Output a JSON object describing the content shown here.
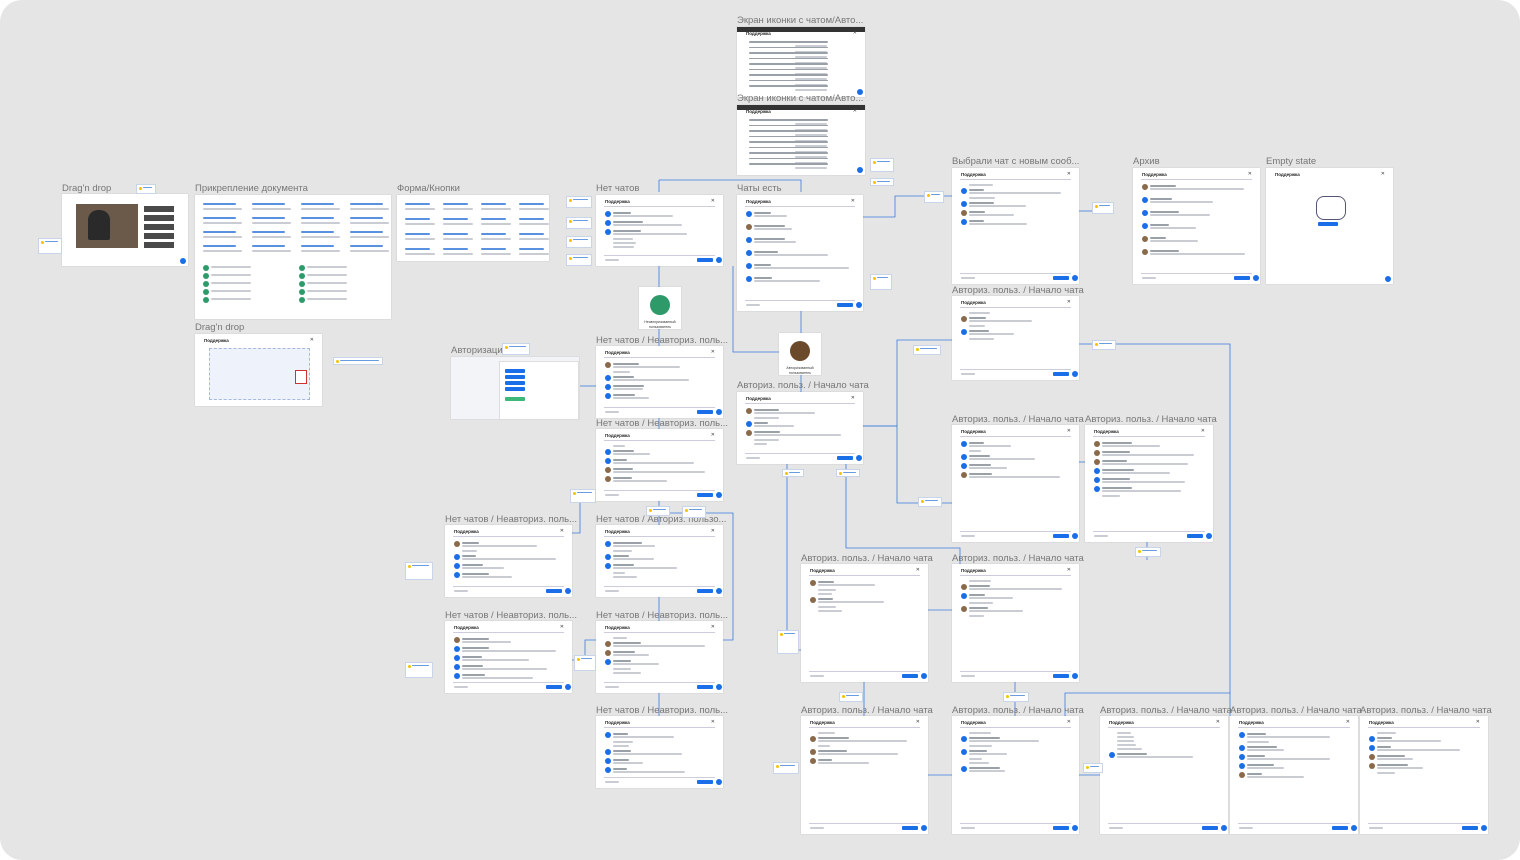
{
  "frames": [
    {
      "id": "f1",
      "title": "Экран иконки с чатом/Авто..."
    },
    {
      "id": "f2",
      "title": "Экран иконки с чатом/Авто..."
    },
    {
      "id": "f3",
      "title": "Drag'n drop"
    },
    {
      "id": "f4",
      "title": "Прикрепление документа"
    },
    {
      "id": "f5",
      "title": "Форма/Кнопки"
    },
    {
      "id": "f6",
      "title": "Нет чатов"
    },
    {
      "id": "f7",
      "title": "Чаты есть"
    },
    {
      "id": "f8",
      "title": "Выбрали чат с новым сооб..."
    },
    {
      "id": "f9",
      "title": "Архив"
    },
    {
      "id": "f10",
      "title": "Empty state"
    },
    {
      "id": "f11",
      "title": "Drag'n drop"
    },
    {
      "id": "f12",
      "title": "Авторизация"
    },
    {
      "id": "f13",
      "title": "Нет чатов / Неавториз. поль..."
    },
    {
      "id": "f14",
      "title": "Авториз. польз. / Начало чата"
    },
    {
      "id": "f15",
      "title": "Авториз. польз. / Начало чата"
    },
    {
      "id": "f16",
      "title": "Нет чатов / Неавториз. поль..."
    },
    {
      "id": "f17",
      "title": "Авториз. польз. / Начало чата"
    },
    {
      "id": "f18",
      "title": "Авториз. польз. / Начало чата"
    },
    {
      "id": "f19",
      "title": "Нет чатов / Неавториз. поль..."
    },
    {
      "id": "f20",
      "title": "Нет чатов / Авториз. пользо..."
    },
    {
      "id": "f21",
      "title": "Авториз. польз. / Начало чата"
    },
    {
      "id": "f22",
      "title": "Авториз. польз. / Начало чата"
    },
    {
      "id": "f23",
      "title": "Нет чатов / Неавториз. поль..."
    },
    {
      "id": "f24",
      "title": "Нет чатов / Неавториз. поль..."
    },
    {
      "id": "f25",
      "title": "Нет чатов / Неавториз. поль..."
    },
    {
      "id": "f26",
      "title": "Авториз. польз. / Начало чата"
    },
    {
      "id": "f27",
      "title": "Авториз. польз. / Начало чата"
    },
    {
      "id": "f28",
      "title": "Авториз. польз. / Начало чата"
    },
    {
      "id": "f29",
      "title": "Авториз. польз. / Начало чата"
    },
    {
      "id": "f30",
      "title": "Авториз. польз. / Начало чата"
    }
  ],
  "modal": {
    "header": "Поддержка"
  },
  "personas": [
    {
      "id": "p1",
      "label": "Неавторизованный пользователь",
      "color": "#2e9a6a"
    },
    {
      "id": "p2",
      "label": "Авторизованный пользователь",
      "color": "#6b4a2c"
    }
  ]
}
